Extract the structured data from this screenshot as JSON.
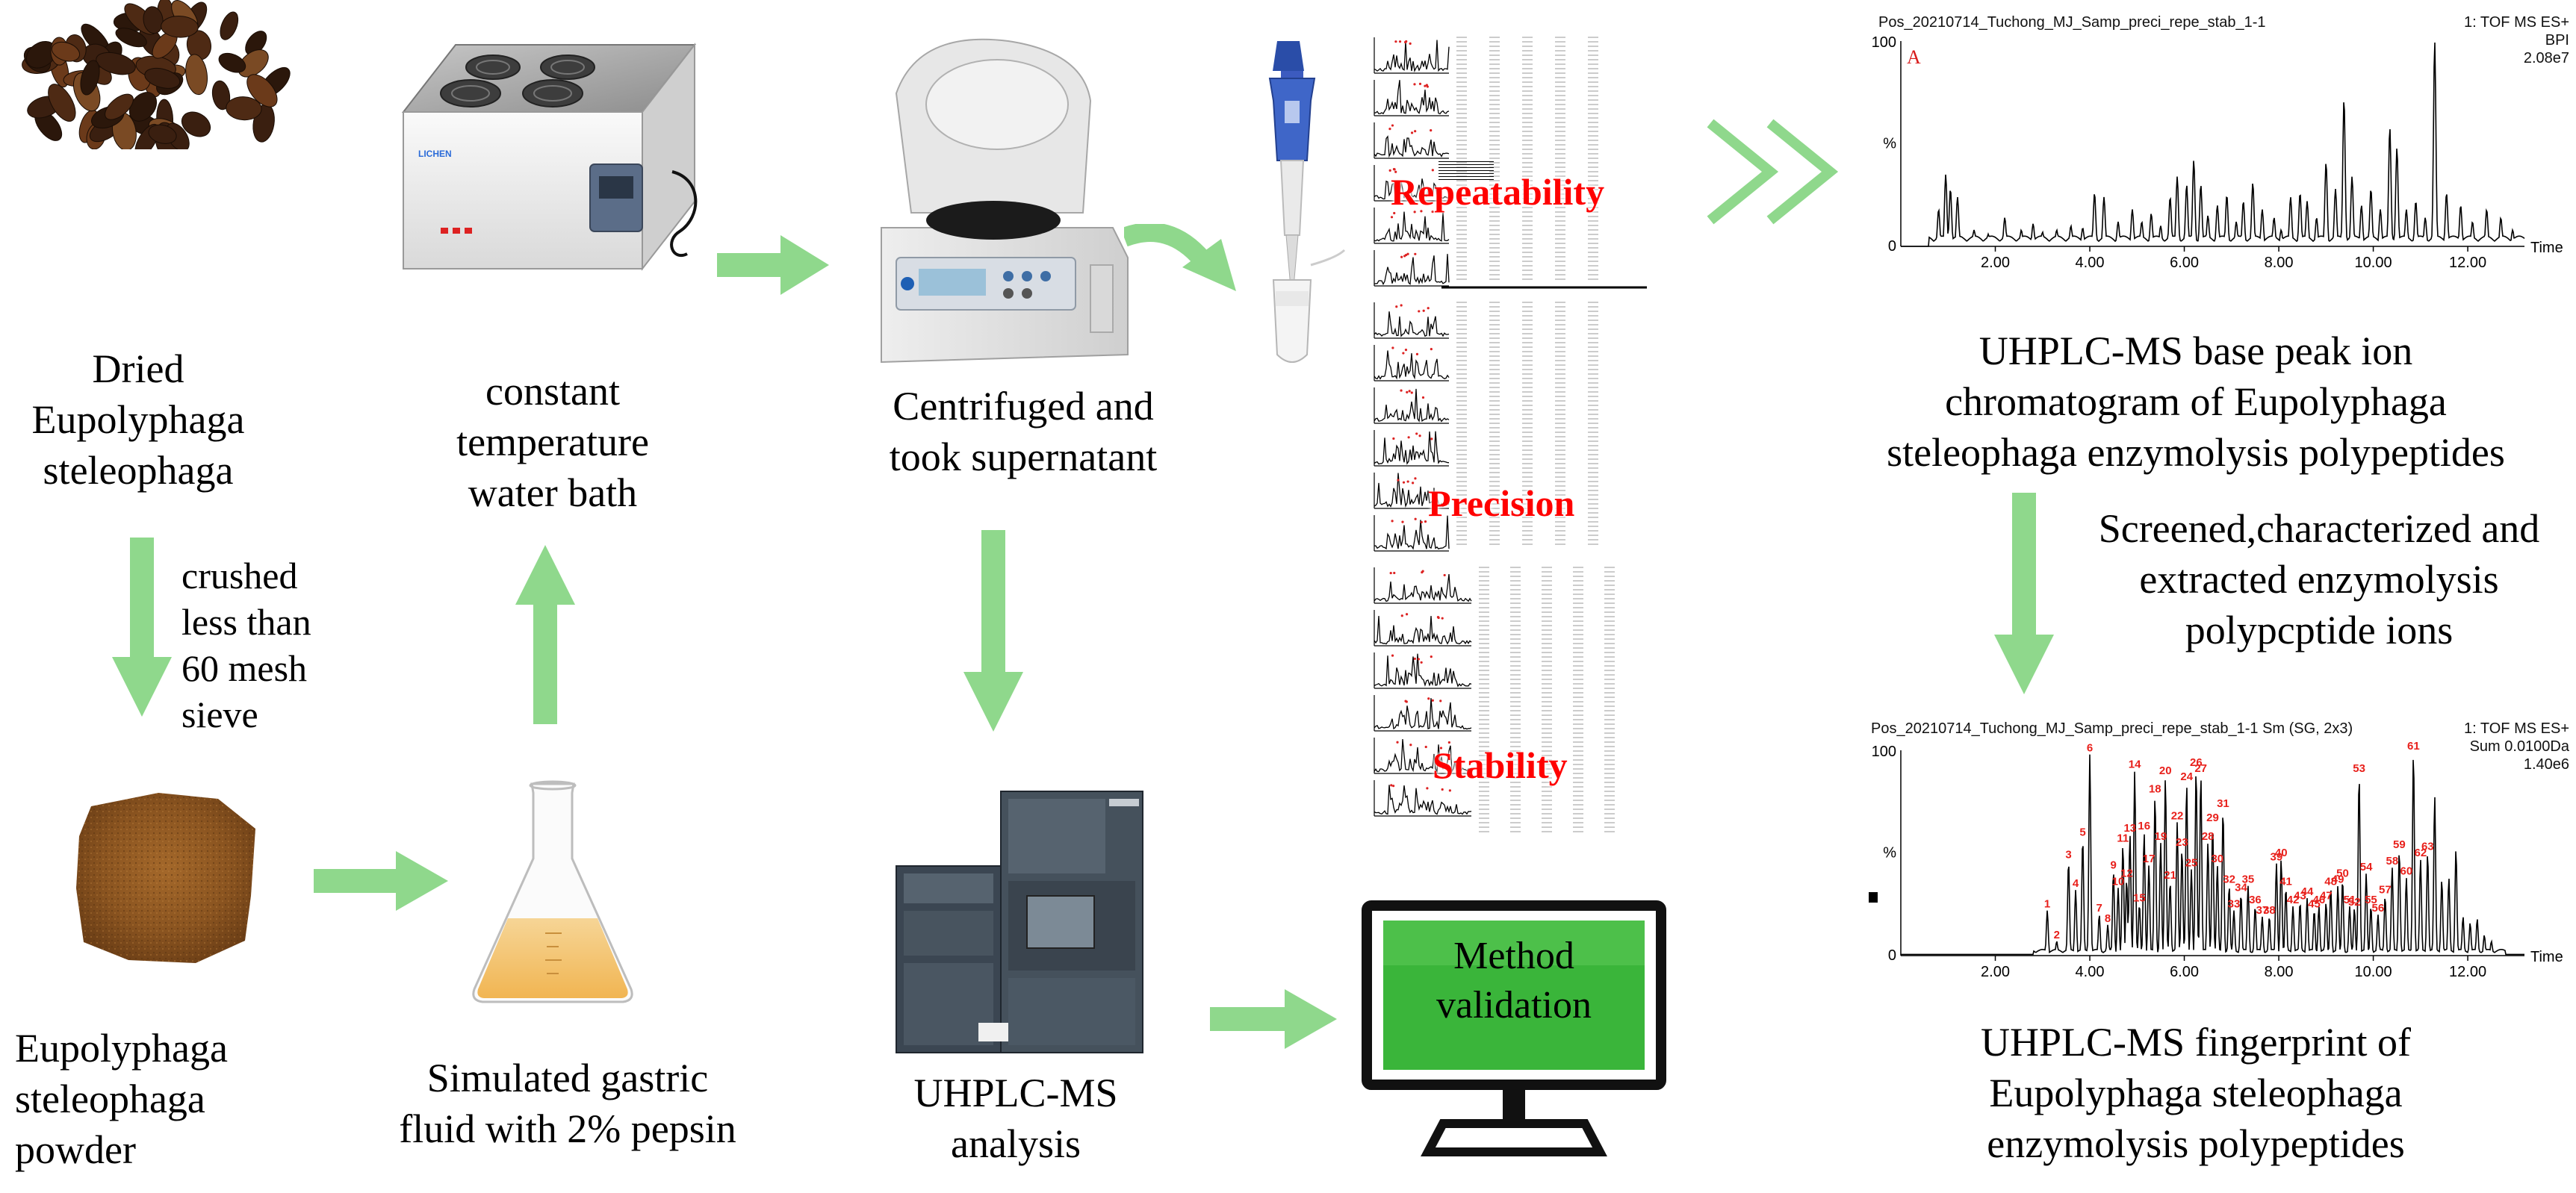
{
  "labels": {
    "dried": "Dried\nEupolyphaga\nsteleophaga",
    "crushed": "crushed\nless than\n60 mesh\nsieve",
    "powder": "Eupolyphaga\nsteleophaga\npowder",
    "waterbath": "constant\ntemperature\nwater bath",
    "gastric": "Simulated gastric\nfluid with 2% pepsin",
    "centrifuged": "Centrifuged and\ntook supernatant",
    "analysis": "UHPLC-MS\nanalysis",
    "method_validation": "Method\nvalidation",
    "bpi_caption": "UHPLC-MS base peak ion\nchromatogram of Eupolyphaga\nsteleophaga enzymolysis polypeptides",
    "screened": "Screened,characterized and\nextracted enzymolysis\npolypcptide ions",
    "fingerprint_caption": "UHPLC-MS fingerprint of\nEupolyphaga steleophaga\nenzymolysis polypeptides"
  },
  "validation": {
    "repeatability": "Repeatability",
    "precision": "Precision",
    "stability": "Stability"
  },
  "chart_top": {
    "title": "Pos_20210714_Tuchong_MJ_Samp_preci_repe_stab_1-1",
    "info_line1": "1: TOF MS ES+",
    "info_line2": "BPI",
    "info_line3": "2.08e7",
    "panel_letter": "A",
    "y_top_label": "100",
    "y_mid_label": "%",
    "y_zero_label": "0",
    "x_unit": "Time",
    "x_ticks": [
      "2.00",
      "4.00",
      "6.00",
      "8.00",
      "10.00",
      "12.00"
    ]
  },
  "chart_bottom": {
    "title": "Pos_20210714_Tuchong_MJ_Samp_preci_repe_stab_1-1 Sm (SG, 2x3)",
    "info_line1": "1: TOF MS ES+",
    "info_line2": "Sum 0.0100Da",
    "info_line3": "1.40e6",
    "y_top_label": "100",
    "y_mid_label": "%",
    "y_zero_label": "0",
    "x_unit": "Time",
    "x_ticks": [
      "2.00",
      "4.00",
      "6.00",
      "8.00",
      "10.00",
      "12.00"
    ]
  },
  "colors": {
    "arrow_green": "#8fd88c",
    "screen_green": "#3ab53a",
    "peak_red": "#e8201b"
  },
  "chart_data": [
    {
      "type": "line",
      "title": "Pos_20210714_Tuchong_MJ_Samp_preci_repe_stab_1-1",
      "xlabel": "Time",
      "ylabel": "%",
      "xlim": [
        0,
        13.2
      ],
      "ylim": [
        0,
        100
      ],
      "series": [
        {
          "x": [
            0.8,
            0.95,
            1.05,
            1.2,
            1.55,
            1.85,
            2.2,
            2.55,
            2.8,
            3.0,
            3.3,
            3.6,
            3.85,
            4.1,
            4.3,
            4.6,
            4.9,
            5.1,
            5.3,
            5.5,
            5.7,
            5.85,
            6.05,
            6.2,
            6.35,
            6.5,
            6.7,
            6.9,
            7.1,
            7.25,
            7.45,
            7.65,
            7.9,
            8.05,
            8.25,
            8.45,
            8.6,
            8.8,
            9.0,
            9.2,
            9.38,
            9.55,
            9.75,
            9.95,
            10.15,
            10.35,
            10.5,
            10.7,
            10.9,
            11.1,
            11.3,
            11.55,
            11.85,
            12.1,
            12.4,
            12.7,
            12.95
          ],
          "y": [
            18,
            35,
            28,
            24,
            8,
            6,
            14,
            8,
            11,
            7,
            8,
            10,
            9,
            26,
            24,
            12,
            18,
            12,
            16,
            10,
            24,
            34,
            30,
            42,
            30,
            15,
            20,
            25,
            12,
            22,
            31,
            18,
            14,
            8,
            24,
            26,
            22,
            14,
            41,
            28,
            72,
            34,
            20,
            28,
            18,
            58,
            48,
            18,
            22,
            14,
            100,
            26,
            20,
            12,
            18,
            14,
            8
          ]
        }
      ]
    },
    {
      "type": "line",
      "title": "Pos_20210714_Tuchong_MJ_Samp_preci_repe_stab_1-1 Sm (SG, 2x3)",
      "xlabel": "Time",
      "ylabel": "%",
      "xlim": [
        0,
        13.2
      ],
      "ylim": [
        0,
        100
      ],
      "series": [
        {
          "x": [
            3.1,
            3.3,
            3.55,
            3.7,
            3.85,
            4.0,
            4.2,
            4.38,
            4.5,
            4.6,
            4.7,
            4.78,
            4.85,
            4.95,
            5.05,
            5.15,
            5.25,
            5.38,
            5.5,
            5.6,
            5.7,
            5.85,
            5.95,
            6.05,
            6.15,
            6.25,
            6.35,
            6.5,
            6.6,
            6.7,
            6.82,
            6.95,
            7.05,
            7.2,
            7.35,
            7.5,
            7.65,
            7.8,
            7.95,
            8.05,
            8.15,
            8.3,
            8.45,
            8.6,
            8.75,
            8.85,
            9.0,
            9.1,
            9.25,
            9.35,
            9.5,
            9.6,
            9.7,
            9.85,
            9.95,
            10.1,
            10.25,
            10.4,
            10.55,
            10.7,
            10.85,
            11.0,
            11.15,
            11.3,
            11.45,
            11.6,
            11.75,
            11.9,
            12.05,
            12.2,
            12.35,
            12.5
          ],
          "y": [
            22,
            7,
            46,
            32,
            57,
            98,
            20,
            15,
            41,
            33,
            54,
            37,
            59,
            90,
            25,
            60,
            44,
            78,
            55,
            87,
            36,
            65,
            52,
            84,
            42,
            91,
            88,
            55,
            64,
            44,
            71,
            34,
            22,
            30,
            34,
            24,
            19,
            19,
            45,
            47,
            33,
            24,
            26,
            28,
            22,
            24,
            26,
            33,
            34,
            37,
            24,
            23,
            88,
            40,
            24,
            20,
            29,
            43,
            51,
            38,
            99,
            47,
            50,
            78,
            37,
            38,
            52,
            19,
            16,
            18,
            10,
            7
          ]
        }
      ]
    }
  ]
}
